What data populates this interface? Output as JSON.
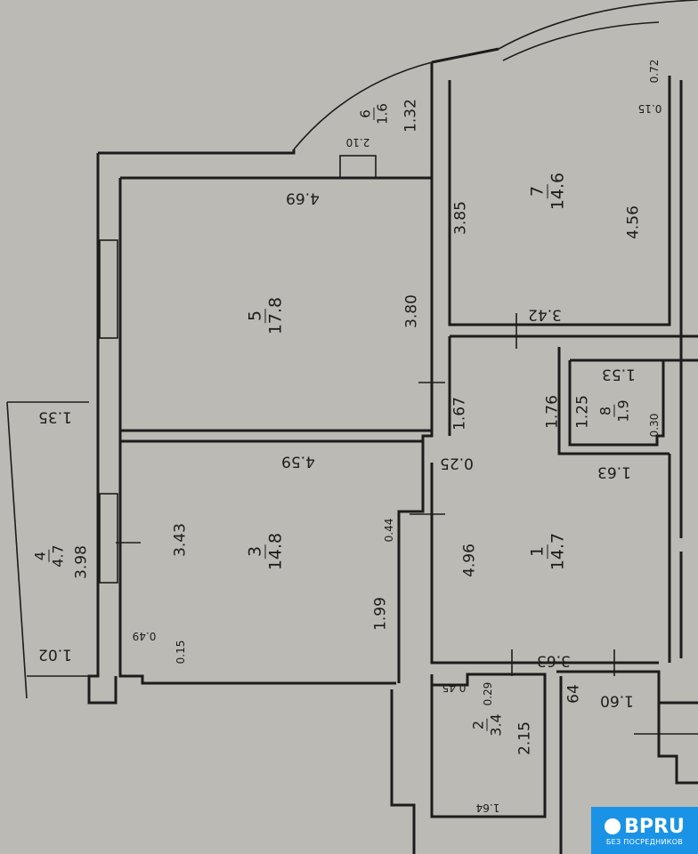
{
  "rooms": [
    {
      "number": "5",
      "area": "17.8"
    },
    {
      "number": "3",
      "area": "14.8"
    },
    {
      "number": "7",
      "area": "14.6"
    },
    {
      "number": "1",
      "area": "14.7"
    },
    {
      "number": "8",
      "area": "1.9"
    },
    {
      "number": "2",
      "area": "3.4"
    },
    {
      "number": "4",
      "area": "4.7"
    },
    {
      "number": "6",
      "area": "1.6"
    }
  ],
  "dimensions": {
    "d469": "4.69",
    "d380": "3.80",
    "d459": "4.59",
    "d343": "3.43",
    "d199": "1.99",
    "d044": "0.44",
    "d015a": "0.15",
    "d049": "0.49",
    "d135": "1.35",
    "d398": "3.98",
    "d102": "1.02",
    "d210": "2.10",
    "d132": "1.32",
    "d385": "3.85",
    "d456": "4.56",
    "d072": "0.72",
    "d015b": "0.15",
    "d342": "3.42",
    "d167": "1.67",
    "d176": "1.76",
    "d125": "1.25",
    "d153": "1.53",
    "d030": "0.30",
    "d163": "1.63",
    "d025": "0.25",
    "d496": "4.96",
    "d363": "3.63",
    "d045": "0.45",
    "d029": "0.29",
    "d215": "2.15",
    "d164": "1.64",
    "d64": "64",
    "d160": "1.60"
  },
  "logo": {
    "name": "BPRU",
    "tagline": "БЕЗ ПОСРЕДНИКОВ"
  }
}
